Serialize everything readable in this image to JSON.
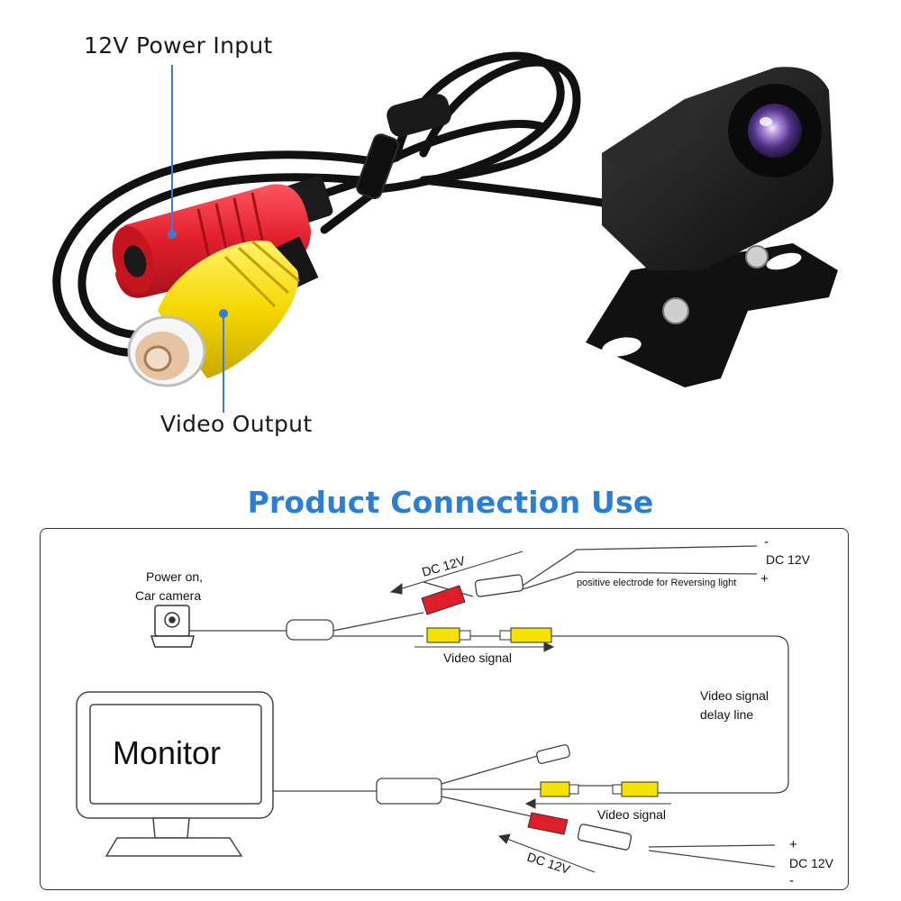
{
  "colors": {
    "accent_blue": "#2a7fd4",
    "callout_line": "#3a7bd5",
    "plug_red": "#e01e2a",
    "plug_yellow": "#f5e200",
    "camera_body": "#151515",
    "lens": "#6b4ea8"
  },
  "photo": {
    "callouts": {
      "power_label": "12V Power Input",
      "video_label": "Video Output"
    },
    "icons": [
      "camera-icon",
      "red-dc-connector",
      "yellow-rca-connector",
      "mounting-bracket"
    ]
  },
  "section": {
    "title": "Product Connection Use"
  },
  "diagram": {
    "camera_label_line1": "Power on,",
    "camera_label_line2": "Car camera",
    "top_dc_arrow_label": "DC 12V",
    "top_dc_terminal_label": "DC 12V",
    "top_minus": "-",
    "top_plus": "+",
    "reversing_light_label": "positive electrode for Reversing light",
    "video_signal_top": "Video signal",
    "delay_line_label_1": "Video signal",
    "delay_line_label_2": "delay line",
    "monitor_label": "Monitor",
    "video_signal_bottom": "Video signal",
    "bottom_dc_arrow_label": "DC 12V",
    "bottom_dc_terminal_label": "DC 12V",
    "bottom_plus": "+",
    "bottom_minus": "-"
  }
}
